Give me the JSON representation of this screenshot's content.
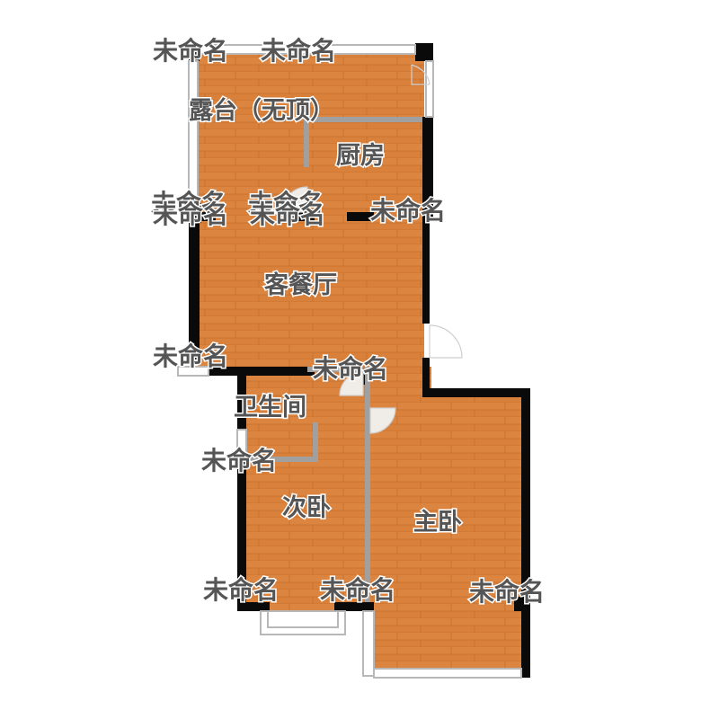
{
  "colors": {
    "floor": "#d9803b",
    "floor_line": "#c46f2e",
    "wall": "#0a0a0a",
    "partition": "#a0a0a0",
    "window": "#b8b8b8",
    "door_arc": "#e0e0e0",
    "text": "#555555"
  },
  "rooms": {
    "balcony": "露台（无顶）",
    "kitchen": "厨房",
    "living_dining": "客餐厅",
    "bathroom": "卫生间",
    "second_bedroom": "次卧",
    "master_bedroom": "主卧"
  },
  "tags": {
    "t1": "未命名",
    "t2": "未命名",
    "t3": "未命名",
    "t4": "未命名",
    "t5": "未命名",
    "t6": "未命名",
    "t7": "未命名",
    "t8": "未命名",
    "t9": "未命名",
    "t10": "未命名",
    "t11": "未命名",
    "t12": "未命名",
    "t13": "未命名",
    "t14": "未命名"
  }
}
